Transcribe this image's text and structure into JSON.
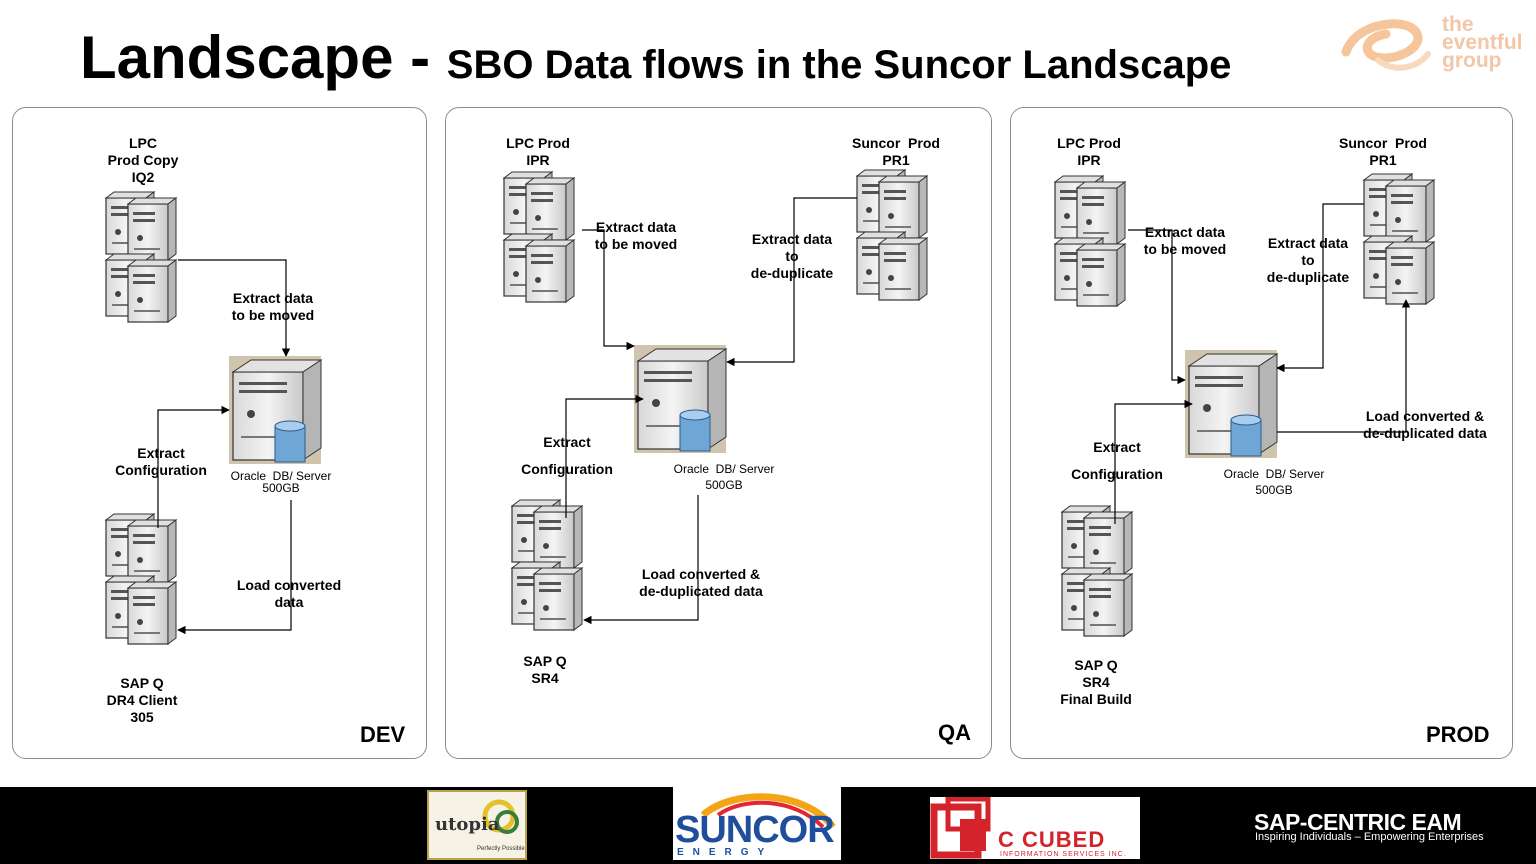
{
  "header": {
    "title_main": "Landscape - ",
    "title_sub": "SBO Data flows in the Suncor Landscape",
    "brand_line1": "the",
    "brand_line2": "eventful",
    "brand_line3": "group"
  },
  "panels": {
    "dev": {
      "label": "DEV",
      "source_server": "LPC\nProd Copy\nIQ2",
      "extract_moved": "Extract data\nto be moved",
      "extract_config": "Extract\nConfiguration",
      "db_name": "Oracle  DB/ Server",
      "db_size": "500GB",
      "load_label": "Load converted\ndata",
      "target_server": "SAP Q\nDR4 Client\n305"
    },
    "qa": {
      "label": "QA",
      "source_server": "LPC Prod\nIPR",
      "suncor_server": "Suncor  Prod\nPR1",
      "extract_moved": "Extract data\nto be moved",
      "extract_dedup": "Extract data\nto\nde-duplicate",
      "extract_config_1": "Extract",
      "extract_config_2": "Configuration",
      "db_name": "Oracle  DB/ Server",
      "db_size": "500GB",
      "load_label": "Load converted &\nde-duplicated data",
      "target_server": "SAP Q\nSR4"
    },
    "prod": {
      "label": "PROD",
      "source_server": "LPC Prod\nIPR",
      "suncor_server": "Suncor  Prod\nPR1",
      "extract_moved": "Extract data\nto be moved",
      "extract_dedup": "Extract data\nto\nde-duplicate",
      "extract_config_1": "Extract",
      "extract_config_2": "Configuration",
      "db_name": "Oracle  DB/ Server",
      "db_size": "500GB",
      "load_label": "Load converted &\nde-duplicated data",
      "target_server": "SAP Q\nSR4\nFinal Build"
    }
  },
  "footer": {
    "utopia": "utopia",
    "utopia_tag": "Perfectly Possible",
    "suncor": "SUNCOR",
    "suncor_sub": "ENERGY",
    "ccubed": "C CUBED",
    "ccubed_sub": "INFORMATION SERVICES INC.",
    "sapcentric": "SAP-CENTRIC EAM",
    "sapcentric_tag": "Inspiring Individuals – Empowering Enterprises"
  },
  "colors": {
    "server_face": "#eeeeee",
    "server_frame": "#3a3a3a",
    "db_box": "#cfc4ae",
    "cylinder": "#6ea6d6",
    "footer_bg": "#000000"
  }
}
